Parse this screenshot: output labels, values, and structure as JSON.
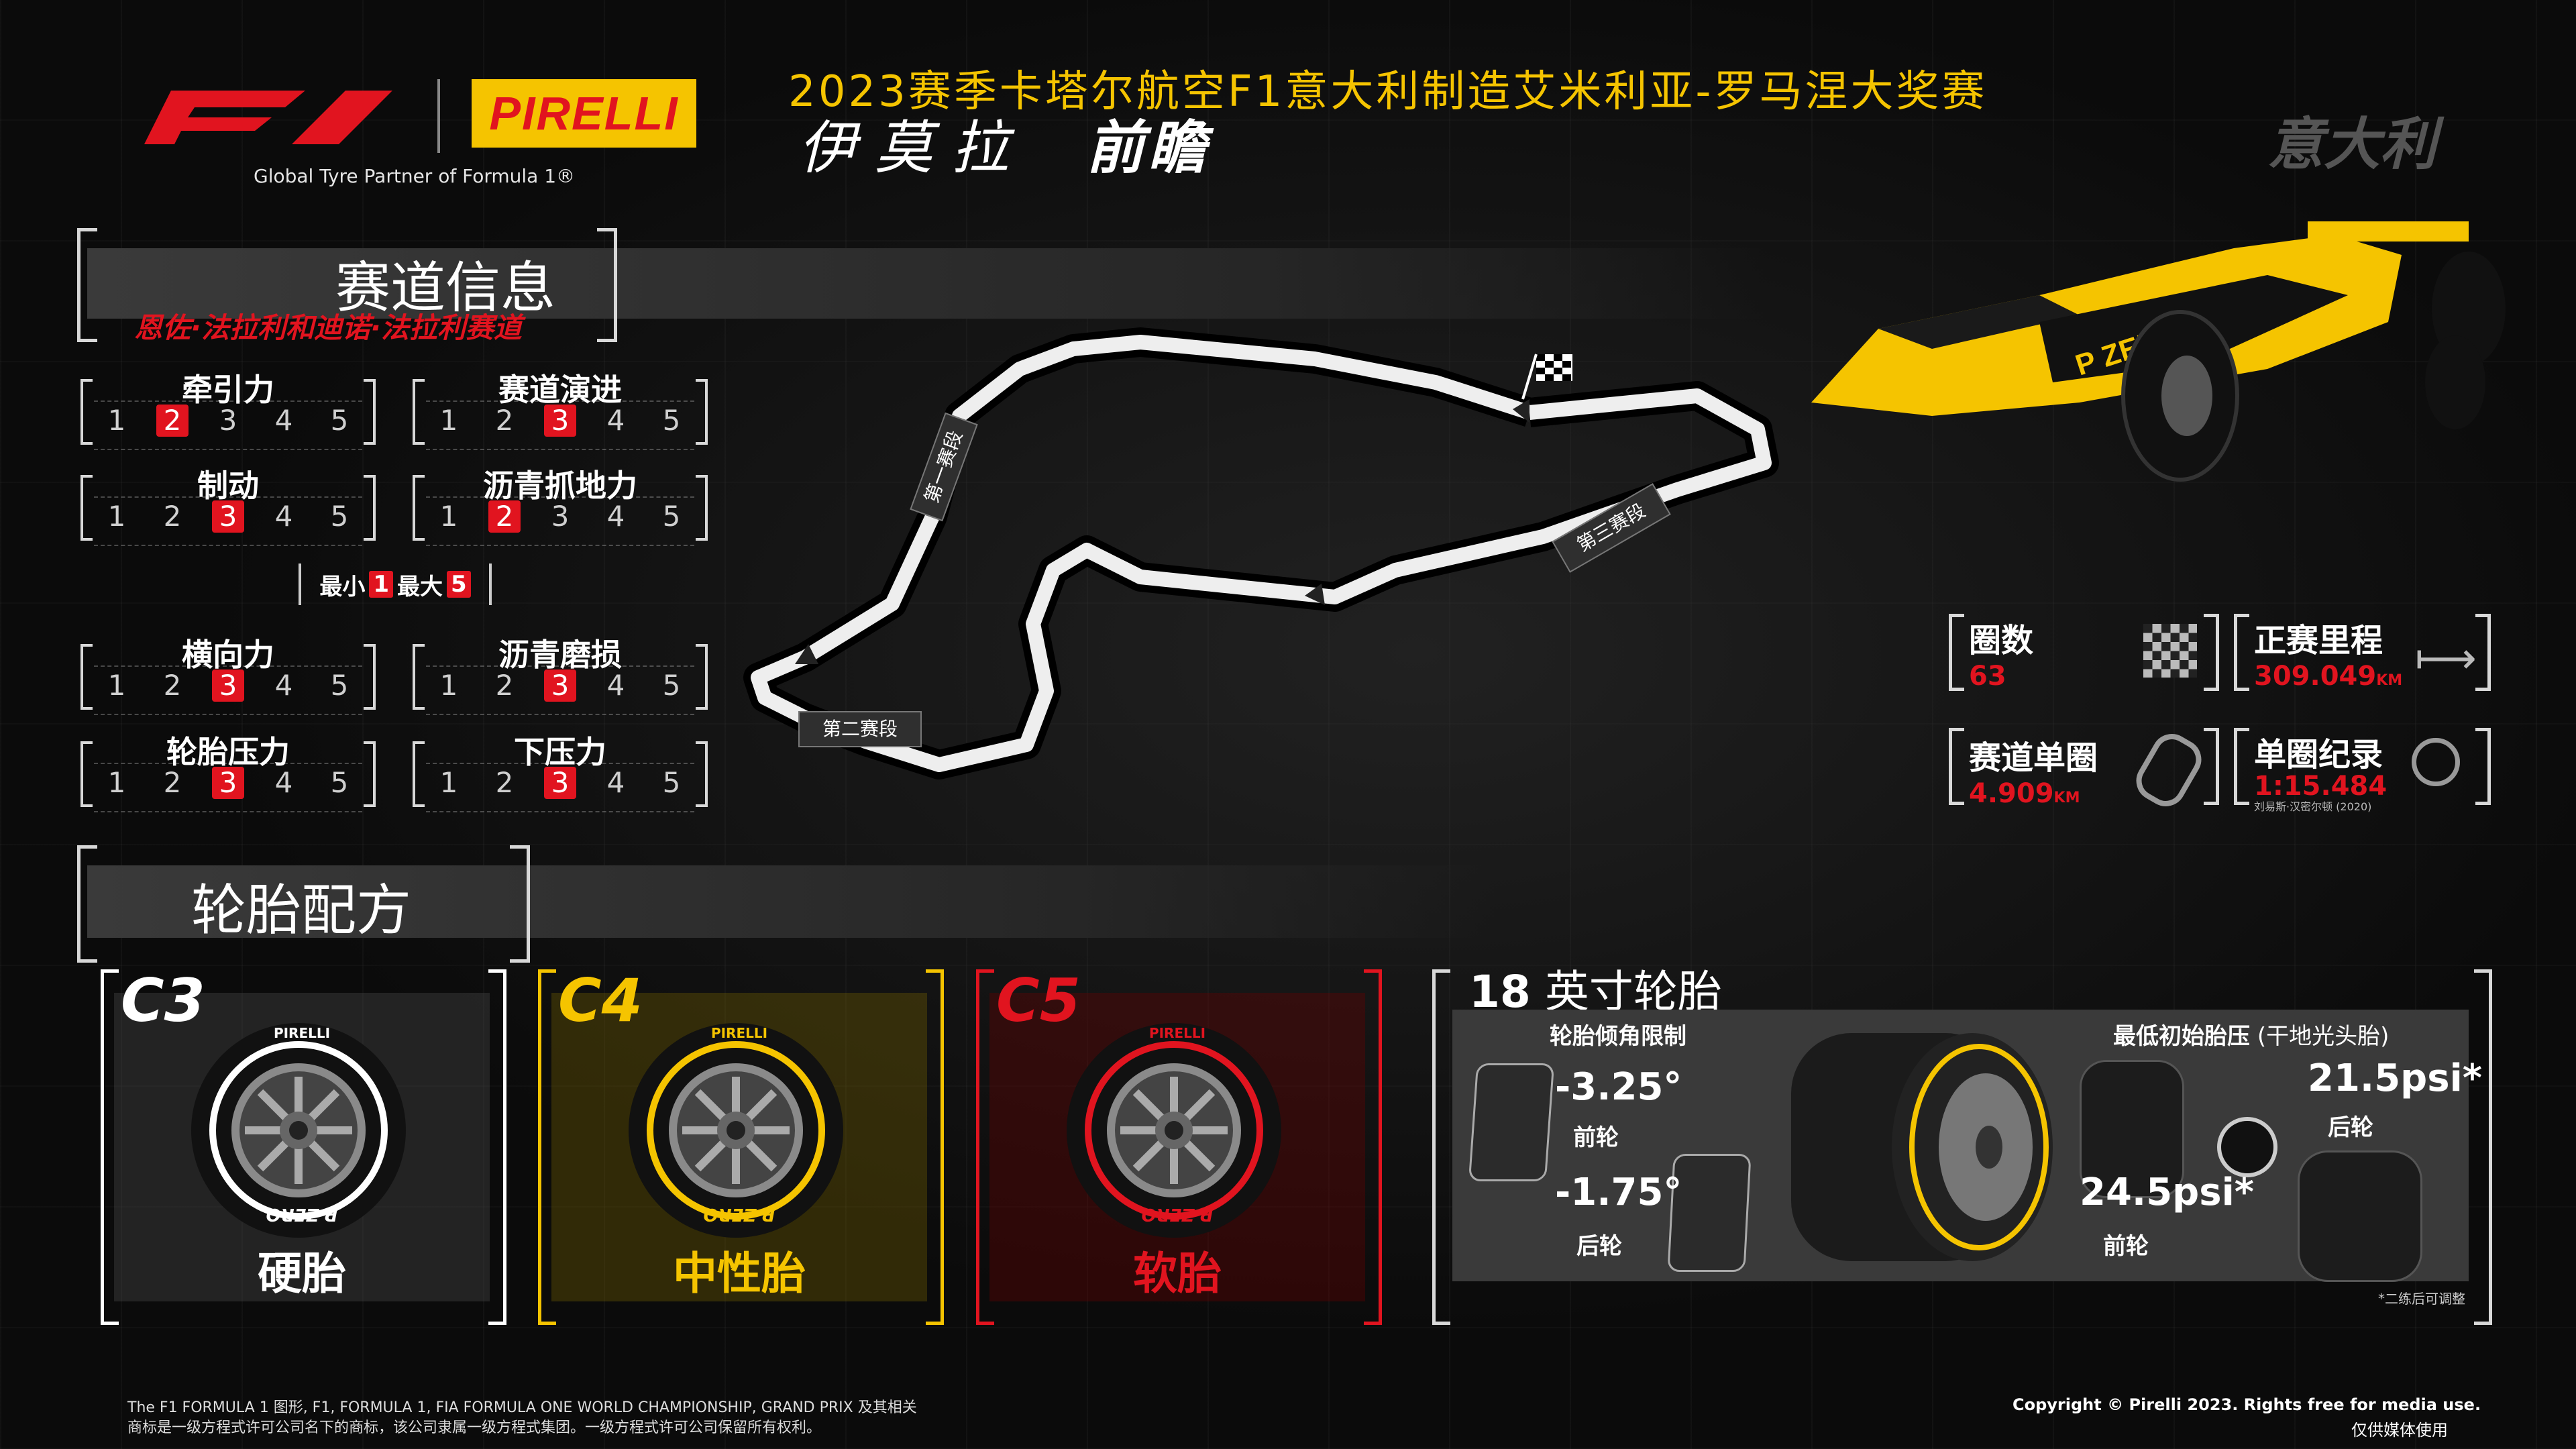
{
  "header": {
    "event_title": "2023赛季卡塔尔航空F1意大利制造艾米利亚-罗马涅大奖赛",
    "venue": "伊莫拉",
    "preview": "前瞻",
    "country": "意大利",
    "f1_tagline": "Global Tyre Partner of Formula 1®",
    "pirelli_logo": "PIRELLI"
  },
  "track_info": {
    "heading": "赛道信息",
    "circuit_name": "恩佐·法拉利和迪诺·法拉利赛道",
    "scale_labels": [
      "1",
      "2",
      "3",
      "4",
      "5"
    ],
    "legend_min": "最小",
    "legend_min_num": "1",
    "legend_max": "最大",
    "legend_max_num": "5",
    "metrics": [
      {
        "label": "牵引力",
        "value": 2
      },
      {
        "label": "赛道演进",
        "value": 3
      },
      {
        "label": "制动",
        "value": 3
      },
      {
        "label": "沥青抓地力",
        "value": 2
      },
      {
        "label": "横向力",
        "value": 3
      },
      {
        "label": "沥青磨损",
        "value": 3
      },
      {
        "label": "轮胎压力",
        "value": 3
      },
      {
        "label": "下压力",
        "value": 3
      }
    ]
  },
  "track_map": {
    "sector1": "第一赛段",
    "sector2": "第二赛段",
    "sector3": "第三赛段"
  },
  "stats": {
    "laps_label": "圈数",
    "laps_value": "63",
    "distance_label": "正赛里程",
    "distance_value": "309.049",
    "distance_unit": "KM",
    "lap_length_label": "赛道单圈",
    "lap_length_value": "4.909",
    "lap_length_unit": "KM",
    "record_label": "单圈纪录",
    "record_value": "1:15.484",
    "record_holder": "刘易斯·汉密尔顿 (2020)"
  },
  "compounds": {
    "heading": "轮胎配方",
    "items": [
      {
        "code": "C3",
        "name": "硬胎",
        "color": "#ffffff"
      },
      {
        "code": "C4",
        "name": "中性胎",
        "color": "#f5c400"
      },
      {
        "code": "C5",
        "name": "软胎",
        "color": "#e1141f"
      }
    ],
    "tyre_brand": "PIRELLI",
    "tyre_model": "P ZERO"
  },
  "tyre18": {
    "heading_num": "18",
    "heading_text": "英寸轮胎",
    "camber_title": "轮胎倾角限制",
    "front_camber": "-3.25°",
    "front_label": "前轮",
    "rear_camber": "-1.75°",
    "rear_label": "后轮",
    "pressure_title": "最低初始胎压",
    "pressure_note_paren": "(干地光头胎)",
    "front_pressure": "24.5psi*",
    "front_pressure_label": "前轮",
    "rear_pressure": "21.5psi*",
    "rear_pressure_label": "后轮",
    "footnote": "*二练后可调整"
  },
  "footer": {
    "legal_line1": "The F1 FORMULA 1 图形, F1, FORMULA 1, FIA FORMULA ONE WORLD CHAMPIONSHIP, GRAND PRIX 及其相关",
    "legal_line2": "商标是一级方程式许可公司名下的商标，该公司隶属一级方程式集团。一级方程式许可公司保留所有权利。",
    "copyright": "Copyright © Pirelli 2023. Rights free for media use.",
    "media_note": "仅供媒体使用"
  }
}
